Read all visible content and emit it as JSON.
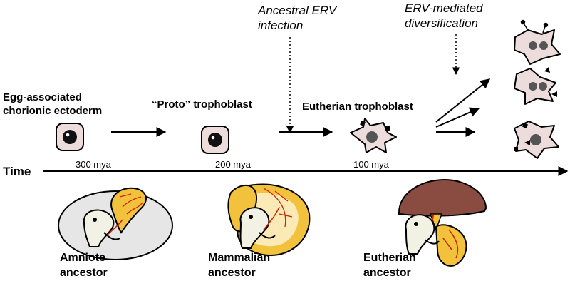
{
  "stages": {
    "chorionic": {
      "line1": "Egg-associated",
      "line2": "chorionic ectoderm"
    },
    "proto": {
      "label": "“Proto” trophoblast"
    },
    "eutherian": {
      "label": "Eutherian trophoblast"
    }
  },
  "events": {
    "ancestral": {
      "line1": "Ancestral ERV",
      "line2": "infection"
    },
    "diversification": {
      "line1": "ERV-mediated",
      "line2": "diversification"
    }
  },
  "timeline": {
    "label": "Time",
    "ticks": [
      "300 mya",
      "200 mya",
      "100 mya"
    ]
  },
  "ancestors": {
    "amniote": {
      "line1": "Amniote",
      "line2": "ancestor"
    },
    "mammalian": {
      "line1": "Mammalian",
      "line2": "ancestor"
    },
    "eutherian": {
      "line1": "Eutherian",
      "line2": "ancestor"
    }
  },
  "colors": {
    "cell_fill": "#ecdcdc",
    "nucleus": "#111111",
    "nucleus_gray": "#555555",
    "yolk": "#f3c23c",
    "yolk_light": "#fbe9b6",
    "vessel": "#cc2200",
    "egg_shell": "#e6e6e6",
    "embryo": "#f1f1e4",
    "placenta_cap": "#8a4b40"
  }
}
